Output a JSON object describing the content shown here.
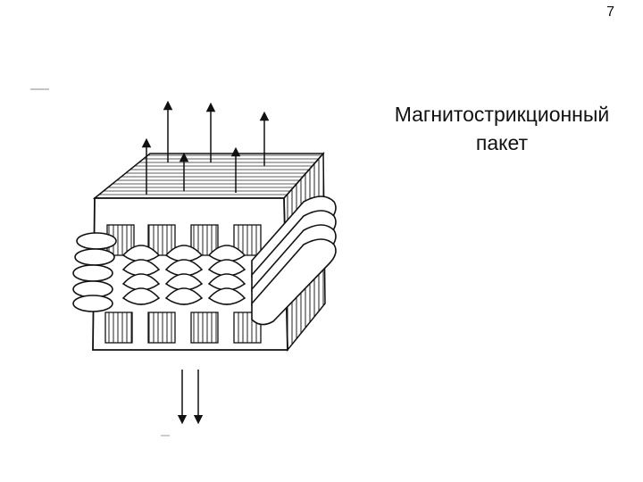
{
  "slide": {
    "page_number": "7",
    "title_line1": "Магнитострикционный",
    "title_line2": "пакет"
  },
  "figure": {
    "description_icon": "magnetostrictive-stack-diagram",
    "ink_color": "#1a1a1a",
    "paper_color": "#ffffff"
  }
}
